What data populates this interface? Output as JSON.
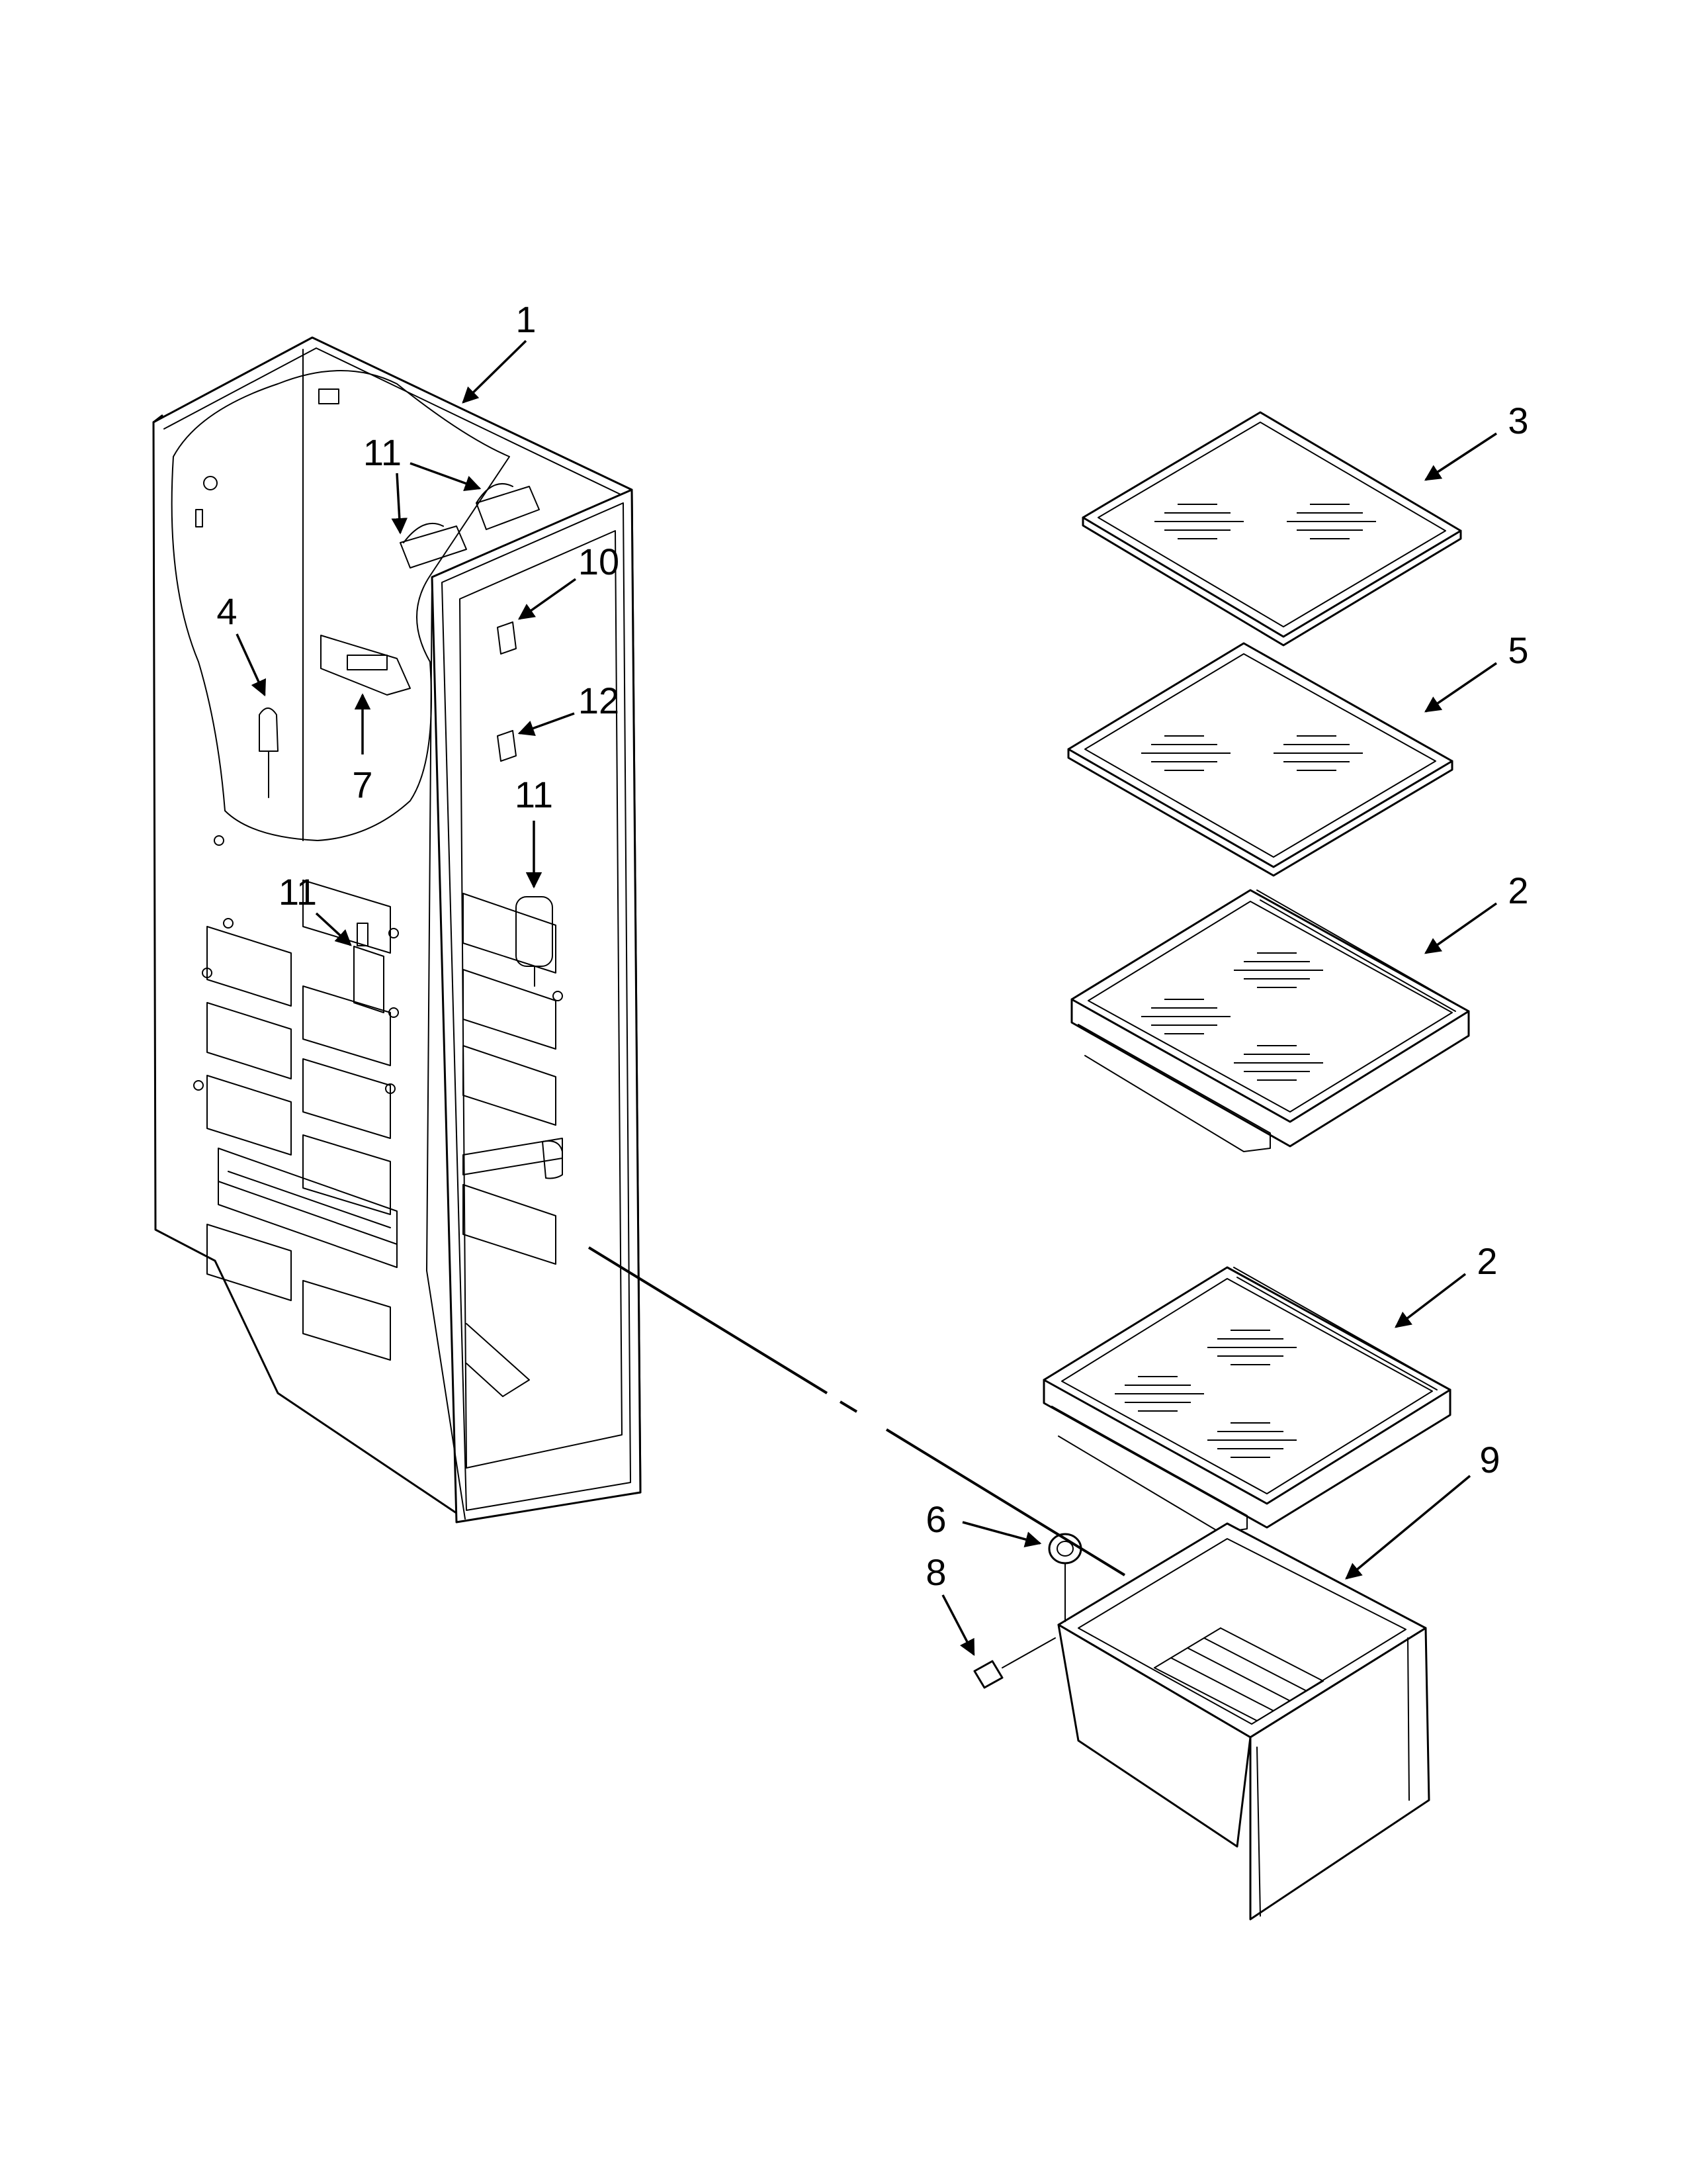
{
  "callouts": [
    {
      "id": "c1",
      "label": "1"
    },
    {
      "id": "c2a",
      "label": "2"
    },
    {
      "id": "c2b",
      "label": "2"
    },
    {
      "id": "c3",
      "label": "3"
    },
    {
      "id": "c4",
      "label": "4"
    },
    {
      "id": "c5",
      "label": "5"
    },
    {
      "id": "c6",
      "label": "6"
    },
    {
      "id": "c7",
      "label": "7"
    },
    {
      "id": "c8",
      "label": "8"
    },
    {
      "id": "c9",
      "label": "9"
    },
    {
      "id": "c10",
      "label": "10"
    },
    {
      "id": "c11a",
      "label": "11"
    },
    {
      "id": "c11b",
      "label": "11"
    },
    {
      "id": "c11c",
      "label": "11"
    },
    {
      "id": "c12",
      "label": "12"
    }
  ]
}
